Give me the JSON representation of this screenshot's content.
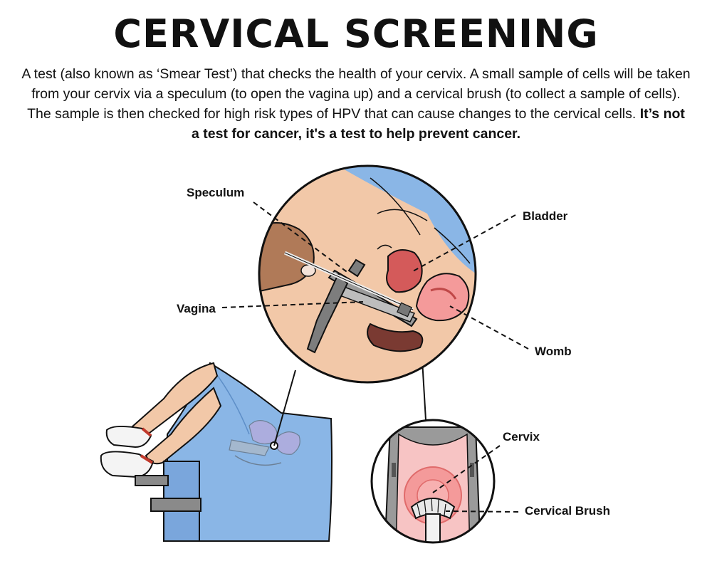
{
  "title": "CERVICAL SCREENING",
  "intro": {
    "text": "A test (also known as ‘Smear Test’) that checks the health of your cervix. A small sample of cells will be taken from your cervix via a speculum (to open the vagina up) and a cervical brush (to collect a sample of cells). The sample is then checked for high risk types of HPV that can cause changes to the cervical cells.",
    "bold": "It’s not a test for cancer, it's a test to help prevent cancer."
  },
  "labels": {
    "speculum": "Speculum",
    "bladder": "Bladder",
    "vagina": "Vagina",
    "womb": "Womb",
    "cervix": "Cervix",
    "cervical_brush": "Cervical Brush"
  },
  "colors": {
    "blue_gown": "#8ab6e6",
    "skin": "#f2c8a8",
    "organ_pink": "#f49a9a",
    "organ_red": "#d45a5a",
    "instrument_grey": "#8a8a8a",
    "outline": "#111111"
  }
}
